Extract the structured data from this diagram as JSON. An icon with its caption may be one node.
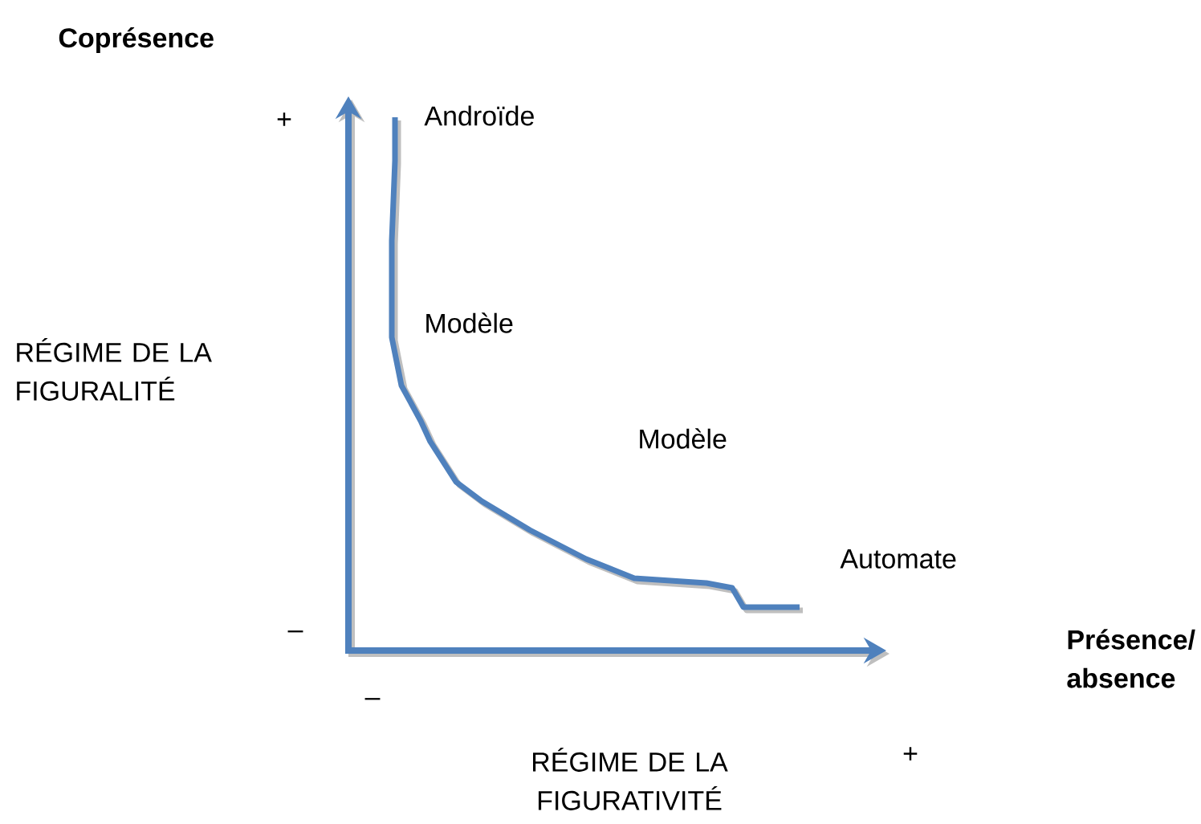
{
  "diagram": {
    "labels": [
      "Coprésence",
      "+",
      "Androïde",
      "RÉGIME DE LA FIGURALITÉ",
      "Modèle",
      "Modèle",
      "Automate",
      "–",
      "Présence/ absence",
      "–",
      "+",
      "RÉGIME DE LA FIGURATIVITÉ"
    ]
  }
}
